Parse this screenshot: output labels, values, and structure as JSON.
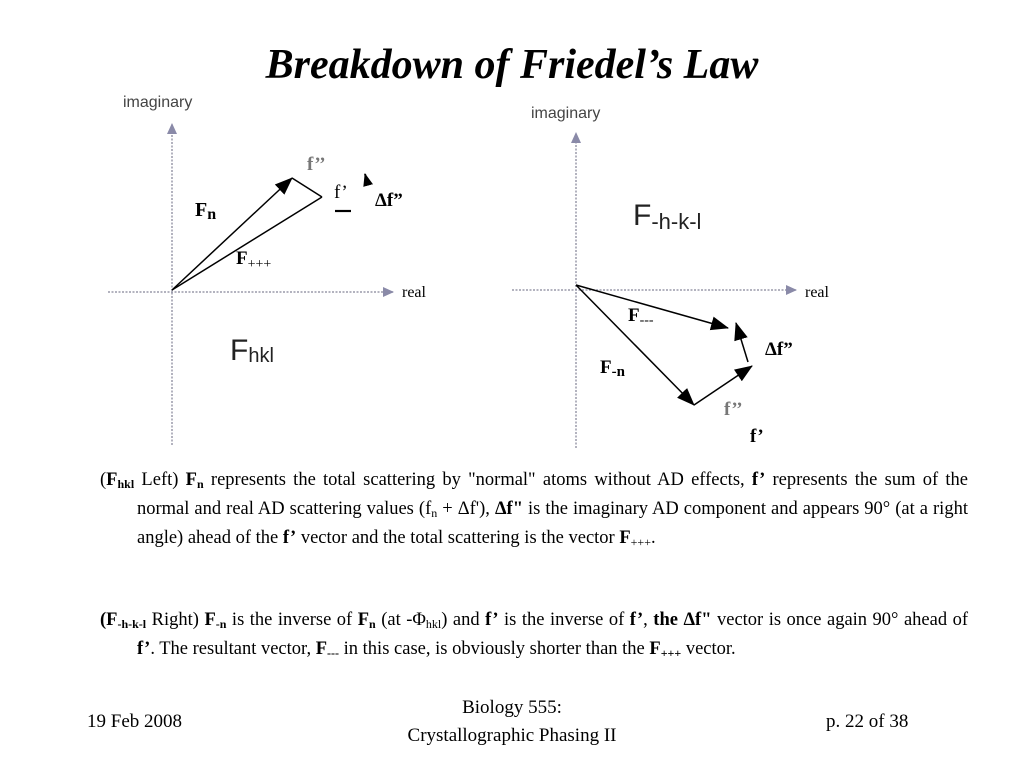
{
  "title": "Breakdown of Friedel’s Law",
  "diagram": {
    "left": {
      "axis_imaginary": "imaginary",
      "axis_real": "real",
      "label_fn_F": "F",
      "label_fn_sub": "n",
      "label_f2prime_top": "f’’",
      "label_fprime": "f’",
      "label_delta_f2prime": "Δf”",
      "label_fppp_F": "F",
      "label_fppp_sub": "+++",
      "label_hkl_F": "F",
      "label_hkl_sub": "hkl"
    },
    "right": {
      "axis_imaginary": "imaginary",
      "axis_real": "real",
      "label_neg_F": "F",
      "label_neg_sub": "-h-k-l",
      "label_fmm_F": "F",
      "label_fmm_sub": "---",
      "label_delta_f2prime": "Δf”",
      "label_fneg_F": "F",
      "label_fneg_sub": "-n",
      "label_f2prime": "f’’",
      "label_fprime": "f’"
    }
  },
  "paragraph1": {
    "open": "(",
    "F": "F",
    "hkl": "hkl",
    "left": " Left) ",
    "Fn": "F",
    "n": "n",
    "t1": " represents the total scattering by \"normal\" atoms without AD effects, ",
    "fprime": "f’",
    "t2": " represents the sum of the normal and real AD scattering values (f",
    "fsub": "n",
    "t3": " + Δf'), ",
    "df": "Δf\"",
    "t4": " is the imaginary AD component and appears 90° (at a right angle) ahead of the ",
    "fprime2": "f’",
    "t5": " vector and the total scattering is the vector ",
    "Fppp": "F",
    "ppp": "+++",
    "t6": "."
  },
  "paragraph2": {
    "open": "(F",
    "sub1": "-h-k-l",
    "right": " Right) ",
    "F1": "F",
    "s1": "-n",
    "t1": " is the inverse of ",
    "F2": "F",
    "s2": "n",
    "t2": " (at -Φ",
    "s3": "hkl",
    "t3": ") and ",
    "fp1": "f’",
    "t4": " is the inverse of ",
    "fp2": "f’",
    "t5": ", ",
    "the_df": "the Δf\"",
    "t6": " vector is once again 90° ahead of ",
    "fp3": "f’",
    "t7": ". The resultant vector, ",
    "F3": "F",
    "s4": "---",
    "t8": " in this case, is obviously shorter than the ",
    "F4": "F",
    "s5": "+++",
    "t9": " vector."
  },
  "footer": {
    "date": "19 Feb 2008",
    "course_line1": "Biology 555:",
    "course_line2": "Crystallographic Phasing II",
    "page": "p. 22 of 38"
  }
}
